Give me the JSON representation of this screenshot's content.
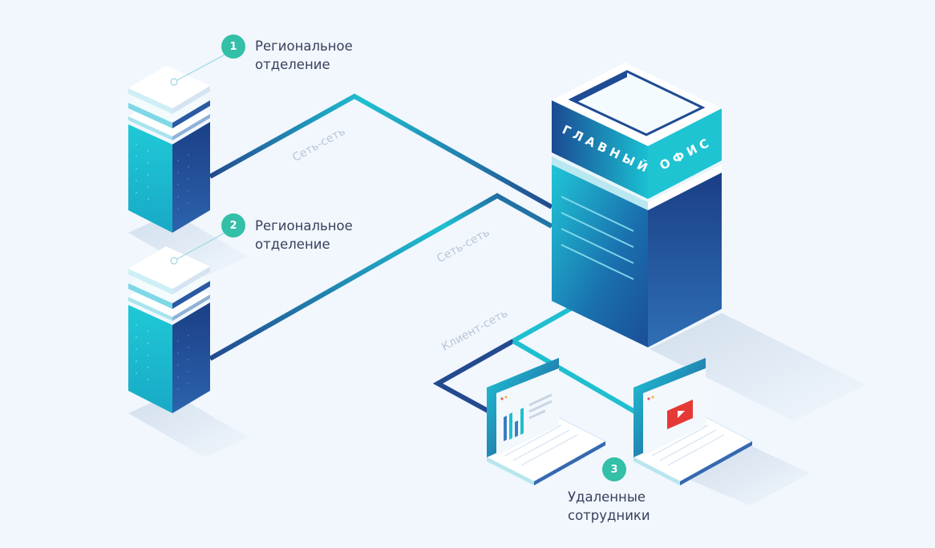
{
  "nodes": [
    {
      "number": "1",
      "label_line1": "Региональное",
      "label_line2": "отделение"
    },
    {
      "number": "2",
      "label_line1": "Региональное",
      "label_line2": "отделение"
    },
    {
      "number": "3",
      "label_line1": "Удаленные",
      "label_line2": "сотрудники"
    }
  ],
  "main_office": {
    "word1": "ГЛАВНЫЙ",
    "word2": "ОФИС"
  },
  "links": [
    {
      "label": "Сеть-сеть"
    },
    {
      "label": "Сеть-сеть"
    },
    {
      "label": "Клиент-сеть"
    }
  ],
  "colors": {
    "background": "#f1f7fd",
    "teal": "#1fc2cf",
    "navy": "#254a8f",
    "badge": "#33bfa8",
    "label_text": "#3a3f5c",
    "link_label": "#b9c6d8"
  },
  "icons": {
    "laptop_left_screen": "bar-chart-icon",
    "laptop_right_screen": "video-play-icon"
  }
}
